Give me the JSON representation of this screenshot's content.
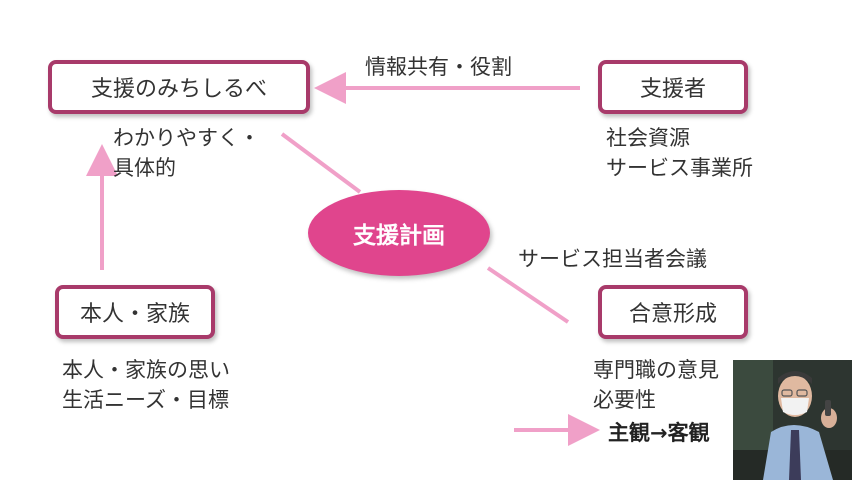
{
  "nodes": {
    "guide": "支援のみちしるべ",
    "supporter": "支援者",
    "person": "本人・家族",
    "consensus": "合意形成",
    "plan": "支援計画"
  },
  "labels": {
    "info_share": "情報共有・役割",
    "service_meeting": "サービス担当者会議",
    "subjective_objective": "主観→客観"
  },
  "notes": {
    "guide": [
      "わかりやすく・",
      "具体的"
    ],
    "supporter": [
      "社会資源",
      "サービス事業所"
    ],
    "person": [
      "本人・家族の思い",
      "生活ニーズ・目標"
    ],
    "consensus": [
      "専門職の意見",
      "必要性"
    ]
  },
  "colors": {
    "box_border": "#a83a6a",
    "arrow": "#f0a0c8",
    "plan_fill": "#e0458d"
  }
}
